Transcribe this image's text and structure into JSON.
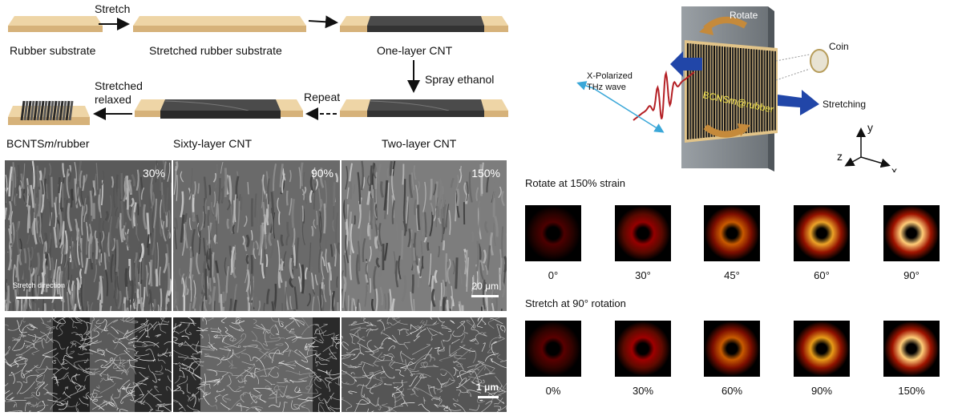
{
  "process": {
    "rubber_substrate": "Rubber substrate",
    "stretch": "Stretch",
    "stretched_rubber_substrate": "Stretched rubber substrate",
    "one_layer_cnt": "One-layer CNT",
    "spray_ethanol": "Spray ethanol",
    "two_layer_cnt": "Two-layer CNT",
    "repeat": "Repeat",
    "sixty_layer_cnt": "Sixty-layer CNT",
    "stretched_relaxed_line1": "Stretched",
    "stretched_relaxed_line2": "relaxed",
    "final_product_prefix": "BCNTS",
    "final_product_italic": "m",
    "final_product_suffix": "/rubber"
  },
  "sem": {
    "top_panels": [
      {
        "strain": "30%"
      },
      {
        "strain": "90%"
      },
      {
        "strain": "150%"
      }
    ],
    "stretch_direction_label": "Stretch direction",
    "scale_top": "20 μm",
    "scale_bottom": "1 μm"
  },
  "setup": {
    "rotate_label": "Rotate",
    "coin_label": "Coin",
    "thz_line1": "X-Polarized",
    "thz_line2": "THz wave",
    "sample_label": "BCNSm@rubber",
    "stretching_label": "Stretching",
    "axis_x": "x",
    "axis_y": "y",
    "axis_z": "z"
  },
  "rotate_row": {
    "title": "Rotate at 150% strain",
    "items": [
      {
        "caption": "0°",
        "intensity": 0.08
      },
      {
        "caption": "30°",
        "intensity": 0.45
      },
      {
        "caption": "45°",
        "intensity": 0.72
      },
      {
        "caption": "60°",
        "intensity": 0.9
      },
      {
        "caption": "90°",
        "intensity": 1.0
      }
    ]
  },
  "stretch_row": {
    "title": "Stretch at  90° rotation",
    "items": [
      {
        "caption": "0%",
        "intensity": 0.15
      },
      {
        "caption": "30%",
        "intensity": 0.5
      },
      {
        "caption": "60%",
        "intensity": 0.72
      },
      {
        "caption": "90%",
        "intensity": 0.88
      },
      {
        "caption": "150%",
        "intensity": 1.0
      }
    ]
  },
  "colors": {
    "rubber": "#e3c594",
    "cnt": "#4b4b4b",
    "arrow_blue": "#2146a8",
    "wave_red": "#b41f24",
    "thz_blue": "#3aa7d8",
    "plate": "#7f858a"
  }
}
